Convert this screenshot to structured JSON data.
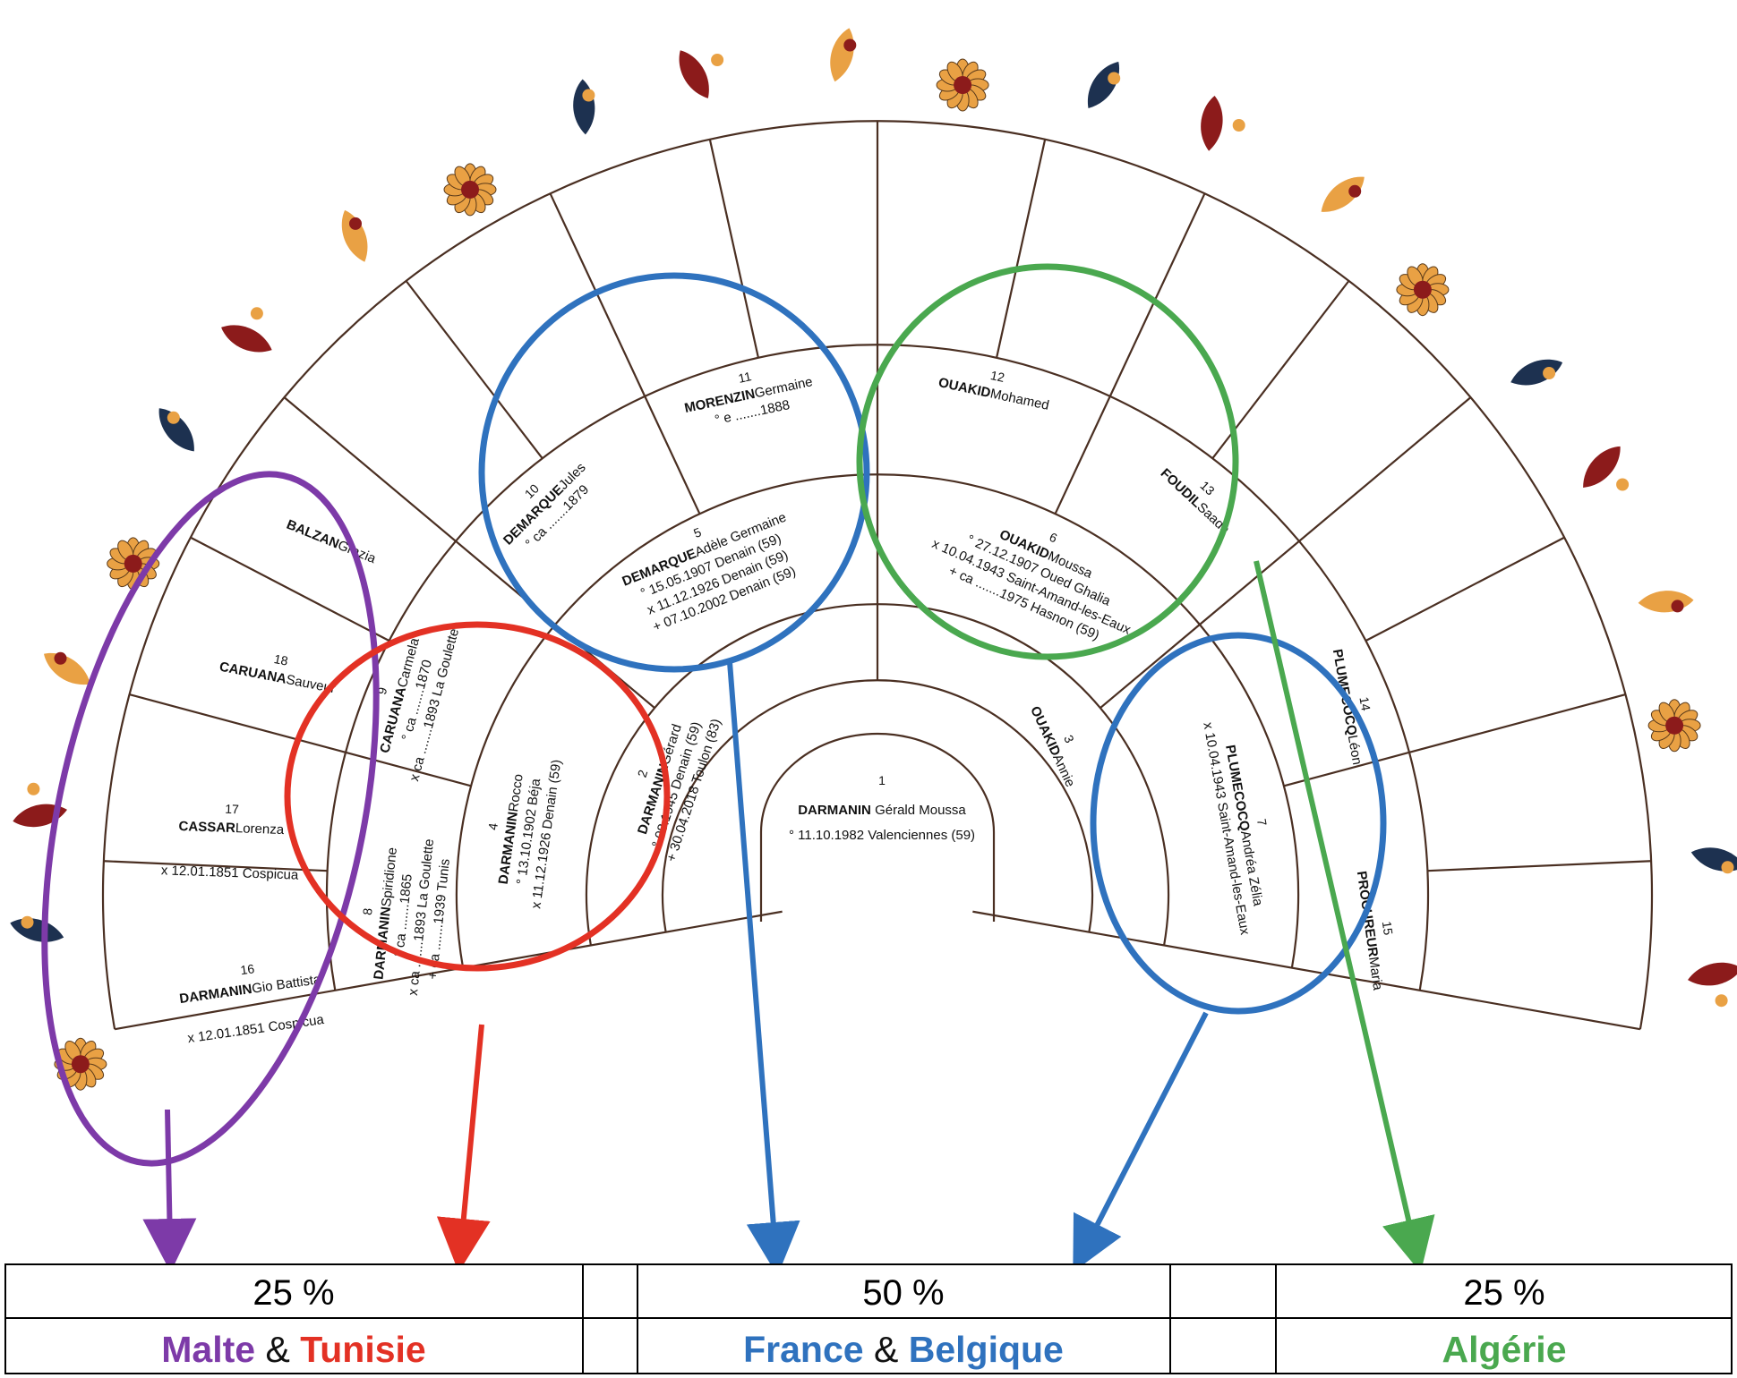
{
  "colors": {
    "purple": "#7d3aa8",
    "red": "#e33124",
    "blue": "#2f72be",
    "green": "#4aa84f",
    "navy": "#1d3150",
    "maroon": "#8c1b1b",
    "orange": "#e9a144",
    "line": "#4a2f22"
  },
  "tree": {
    "p1": {
      "num": "1",
      "name": "DARMANIN",
      "given": "Gérald Moussa",
      "line1": "° 11.10.1982 Valenciennes (59)"
    },
    "p2": {
      "num": "2",
      "name": "DARMANIN",
      "given": "Gérard",
      "line1": "° 08.1945 Denain (59)",
      "line2": "+ 30.04.2018 Toulon (83)"
    },
    "p3": {
      "num": "3",
      "name": "OUAKID",
      "given": "Annie"
    },
    "p4": {
      "num": "4",
      "name": "DARMANIN",
      "given": "Rocco",
      "line1": "° 13.10.1902 Béja",
      "line2": "x 11.12.1926 Denain (59)"
    },
    "p5": {
      "num": "5",
      "name": "DEMARQUE",
      "given": "Adèle Germaine",
      "line1": "° 15.05.1907 Denain (59)",
      "line2": "x 11.12.1926 Denain (59)",
      "line3": "+ 07.10.2002 Denain (59)"
    },
    "p6": {
      "num": "6",
      "name": "OUAKID",
      "given": "Moussa",
      "line1": "° 27.12.1907 Oued Ghalia",
      "line2": "x 10.04.1943 Saint-Amand-les-Eaux",
      "line3": "+ ca .......1975 Hasnon (59)"
    },
    "p7": {
      "num": "7",
      "name": "PLUMECOCQ",
      "given": "Andréa Zélia",
      "line1": "x 10.04.1943 Saint-Amand-les-Eaux"
    },
    "p8": {
      "num": "8",
      "name": "DARMANIN",
      "given": "Spiridione",
      "line1": "° ca .......1865",
      "line2": "x ca .......1893 La Goulette",
      "line3": "+ ca .......1939 Tunis"
    },
    "p9": {
      "num": "9",
      "name": "CARUANA",
      "given": "Carmela",
      "line1": "° ca .......1870",
      "line2": "x ca .......1893 La Goulette"
    },
    "p10": {
      "num": "10",
      "name": "DEMARQUE",
      "given": "Jules",
      "line1": "° ca .......1879"
    },
    "p11": {
      "num": "11",
      "name": "MORENZIN",
      "given": "Germaine",
      "line1": "° e .......1888"
    },
    "p12": {
      "num": "12",
      "name": "OUAKID",
      "given": "Mohamed"
    },
    "p13": {
      "num": "13",
      "name": "FOUDIL",
      "given": "Saada"
    },
    "p14": {
      "num": "14",
      "name": "PLUMECOCQ",
      "given": "Léon"
    },
    "p15": {
      "num": "15",
      "name": "PROCUREUR",
      "given": "Maria"
    },
    "p16": {
      "num": "16",
      "name": "DARMANIN",
      "given": "Gio Battista",
      "line1": "x 12.01.1851 Cospicua"
    },
    "p17": {
      "num": "17",
      "name": "CASSAR",
      "given": "Lorenza",
      "line1": "x 12.01.1851 Cospicua"
    },
    "p18": {
      "num": "18",
      "name": "CARUANA",
      "given": "Sauveur"
    },
    "p19": {
      "name": "BALZAN",
      "given": "Grazia"
    }
  },
  "legend": {
    "left": {
      "percent": "25 %",
      "part1": "Malte",
      "amp": "&",
      "part2": "Tunisie"
    },
    "center": {
      "percent": "50 %",
      "part1": "France",
      "amp": "&",
      "part2": "Belgique"
    },
    "right": {
      "percent": "25 %",
      "part1": "Algérie"
    }
  }
}
